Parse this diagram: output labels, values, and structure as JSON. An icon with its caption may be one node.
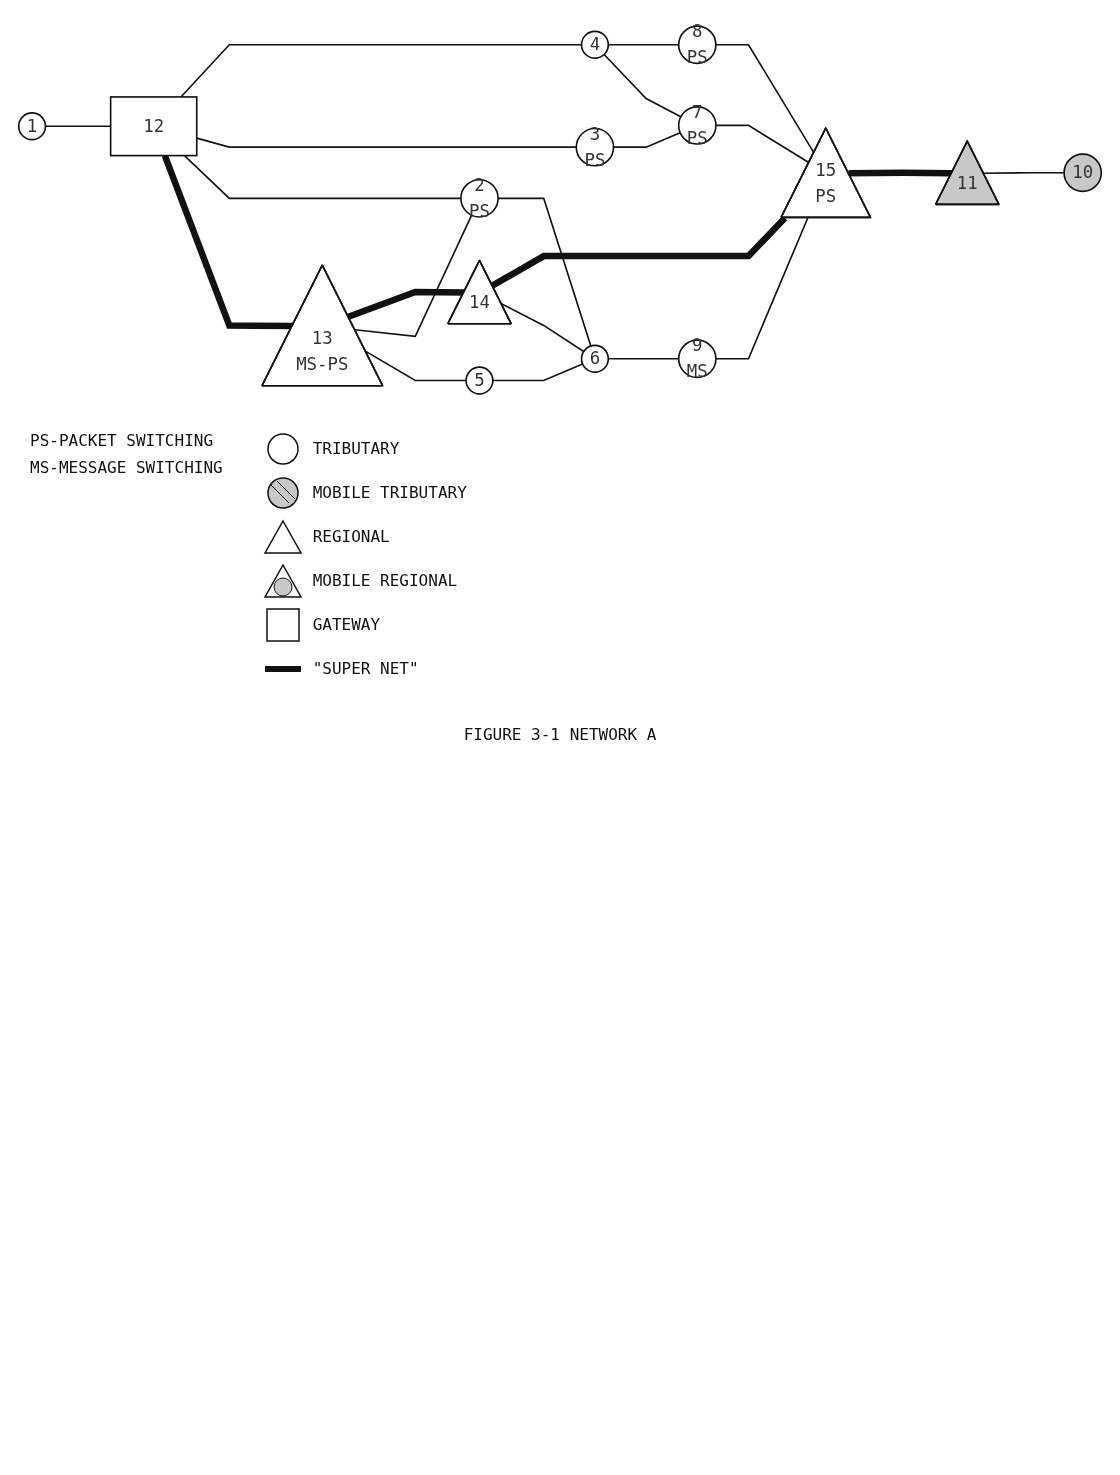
{
  "diagram": {
    "caption": "FIGURE 3-1 NETWORK A",
    "nodes": [
      {
        "text": [
          "1"
        ]
      },
      {
        "text": [
          "2",
          "PS"
        ]
      },
      {
        "text": [
          "3",
          "PS"
        ]
      },
      {
        "text": [
          "4"
        ]
      },
      {
        "text": [
          "5"
        ]
      },
      {
        "text": [
          "6"
        ]
      },
      {
        "text": [
          "7",
          "PS"
        ]
      },
      {
        "text": [
          "8",
          "PS"
        ]
      },
      {
        "text": [
          "9",
          "MS"
        ]
      },
      {
        "text": [
          "10"
        ]
      },
      {
        "text": [
          "11"
        ]
      },
      {
        "text": [
          "12"
        ]
      },
      {
        "text": [
          "13",
          "MS-PS"
        ]
      },
      {
        "text": [
          "14"
        ]
      },
      {
        "text": [
          "15",
          "PS"
        ]
      }
    ],
    "edges": [
      {
        "from": 0,
        "to": 11,
        "arrow": "none"
      },
      {
        "from": 11,
        "to": 3,
        "arrow": "none"
      },
      {
        "from": 11,
        "to": 2,
        "arrow": "none"
      },
      {
        "from": 11,
        "to": 1,
        "arrow": "none"
      },
      {
        "from": 11,
        "to": 12,
        "arrow": "none",
        "style": "thick"
      },
      {
        "from": 12,
        "to": 13,
        "arrow": "none",
        "style": "thick"
      },
      {
        "from": 13,
        "to": 14,
        "arrow": "none",
        "style": "thick"
      },
      {
        "from": 14,
        "to": 10,
        "arrow": "none",
        "style": "thick"
      },
      {
        "from": 10,
        "to": 9,
        "arrow": "none"
      },
      {
        "from": 3,
        "to": 7,
        "arrow": "none"
      },
      {
        "from": 3,
        "to": 6,
        "arrow": "none"
      },
      {
        "from": 2,
        "to": 6,
        "arrow": "none"
      },
      {
        "from": 6,
        "to": 14,
        "arrow": "none"
      },
      {
        "from": 7,
        "to": 14,
        "arrow": "none"
      },
      {
        "from": 12,
        "to": 1,
        "arrow": "none"
      },
      {
        "from": 12,
        "to": 4,
        "arrow": "none"
      },
      {
        "from": 1,
        "to": 5,
        "arrow": "none"
      },
      {
        "from": 4,
        "to": 5,
        "arrow": "none"
      },
      {
        "from": 13,
        "to": 5,
        "arrow": "none"
      },
      {
        "from": 5,
        "to": 8,
        "arrow": "none"
      },
      {
        "from": 8,
        "to": 14,
        "arrow": "none"
      }
    ],
    "labels": [
      "PS-PACKET SWITCHING",
      "MS-MESSAGE SWITCHING"
    ],
    "legend": [
      {
        "text": "TRIBUTARY"
      },
      {
        "text": "MOBILE TRIBUTARY"
      },
      {
        "text": "REGIONAL"
      },
      {
        "text": "MOBILE REGIONAL"
      },
      {
        "text": "GATEWAY"
      },
      {
        "text": "\"SUPER NET\""
      }
    ]
  }
}
